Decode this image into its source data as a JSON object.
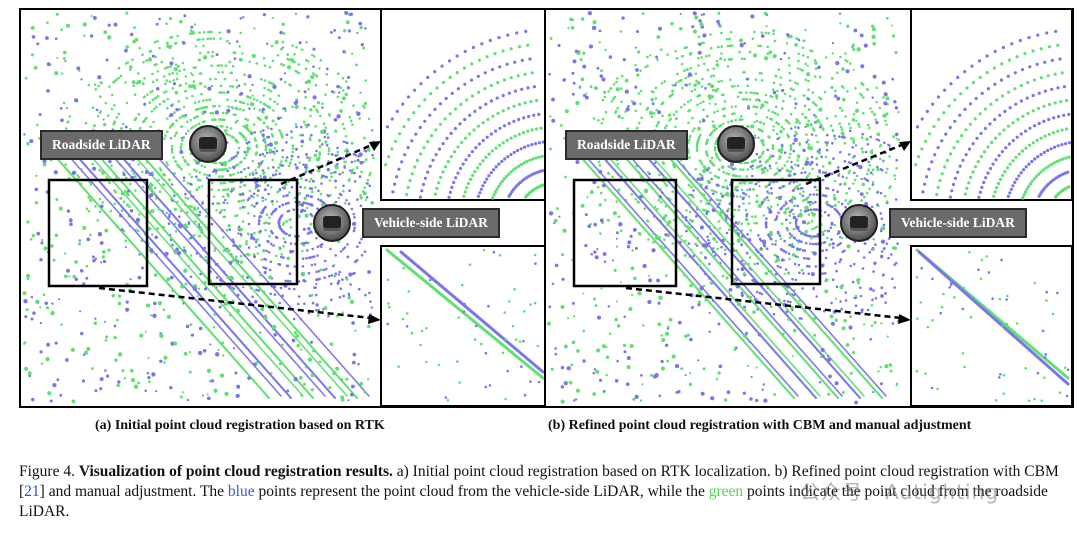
{
  "labels": {
    "roadside": "Roadside LiDAR",
    "vehicle": "Vehicle-side LiDAR"
  },
  "subcaptions": {
    "a": "(a) Initial point cloud registration based on RTK",
    "b": "(b) Refined point cloud registration with CBM and manual adjustment"
  },
  "figure_caption": {
    "label": "Figure 4.",
    "title": "Visualization of point cloud registration results.",
    "part1": " a) Initial point cloud registration based on RTK localization. b) Refined point cloud registration with CBM [",
    "cite": "21",
    "part2": "] and manual adjustment. The ",
    "blue_word": "blue",
    "part3": " points represent the point cloud from the vehicle-side LiDAR, while the ",
    "green_word": "green",
    "part4": " points indicate the point cloud from the roadside LiDAR."
  },
  "watermark": "公众号 · Autighting",
  "colors": {
    "blue_points": "#7b74ec",
    "green_points": "#5fe070",
    "label_bg": "#6b6b6b"
  }
}
